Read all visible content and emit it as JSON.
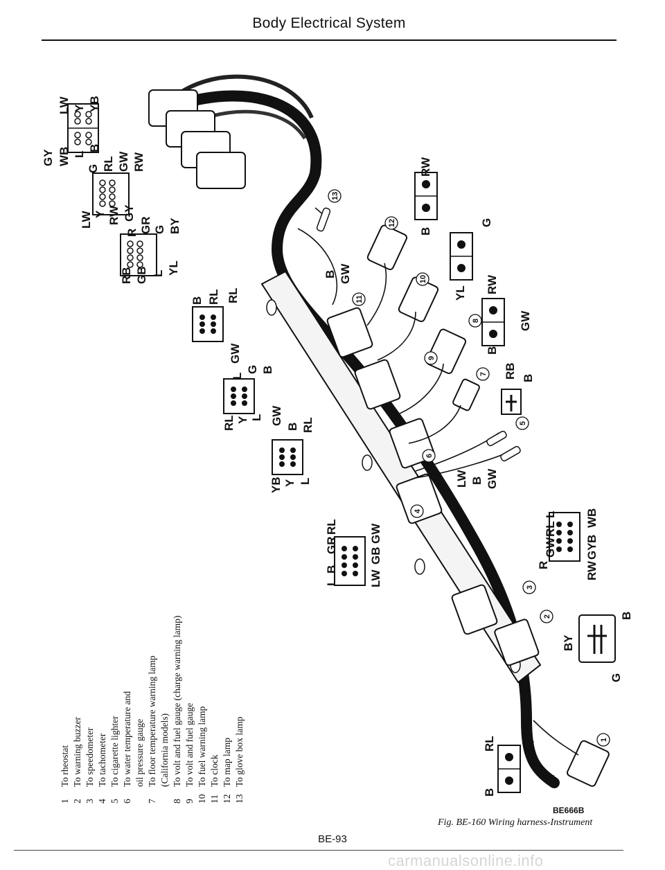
{
  "header": {
    "title": "Body Electrical System"
  },
  "footer": {
    "page_number": "BE-93",
    "figure_code": "BE666B",
    "figure_caption": "Fig. BE-160 Wiring harness-Instrument",
    "watermark": "carmanualsonline.info"
  },
  "legend": {
    "items": [
      {
        "num": "1",
        "lines": [
          "To rheostat"
        ]
      },
      {
        "num": "2",
        "lines": [
          "To warning buzzer"
        ]
      },
      {
        "num": "3",
        "lines": [
          "To speedometer"
        ]
      },
      {
        "num": "4",
        "lines": [
          "To tachometer"
        ]
      },
      {
        "num": "5",
        "lines": [
          "To cigarette lighter"
        ]
      },
      {
        "num": "6",
        "lines": [
          "To water temperature and",
          "oil pressure gauge"
        ]
      },
      {
        "num": "7",
        "lines": [
          "To floor temperature warning lamp",
          "(California models)"
        ]
      },
      {
        "num": "8",
        "lines": [
          "To volt and fuel gauge (charge warning lamp)"
        ]
      },
      {
        "num": "9",
        "lines": [
          "To volt and fuel gauge"
        ]
      },
      {
        "num": "10",
        "lines": [
          "To fuel warning lamp"
        ]
      },
      {
        "num": "11",
        "lines": [
          "To clock"
        ]
      },
      {
        "num": "12",
        "lines": [
          "To map lamp"
        ]
      },
      {
        "num": "13",
        "lines": [
          "To glove box lamp"
        ]
      }
    ]
  },
  "callouts": [
    "1",
    "2",
    "3",
    "4",
    "5",
    "6",
    "7",
    "8",
    "9",
    "10",
    "11",
    "12",
    "13"
  ],
  "connectors": {
    "c1": {
      "wires": [
        "GY",
        "WB",
        "L",
        "B",
        "LW",
        "Y",
        "YB"
      ]
    },
    "c2": {
      "wires": [
        "G",
        "RL",
        "GW",
        "RW",
        "LW",
        "Y",
        "RW",
        "GY"
      ]
    },
    "c3": {
      "wires": [
        "R",
        "GR",
        "G",
        "BY",
        "RB",
        "GB",
        "L",
        "YL"
      ]
    },
    "c13": {
      "wires": [
        "B",
        "RW"
      ]
    },
    "c12": {
      "wires": [
        "YL",
        "G"
      ]
    },
    "c10": {
      "wires": [
        "B",
        "RW",
        "GW"
      ]
    },
    "c11": {
      "wires": [
        "B",
        "RL",
        "RL"
      ]
    },
    "c9": {
      "wires": [
        "GW",
        "L",
        "G",
        "B",
        "RL",
        "Y",
        "L"
      ]
    },
    "c8": {
      "wires": [
        "GW",
        "B",
        "RL",
        "YB",
        "Y",
        "L"
      ]
    },
    "c7": {
      "wires": [
        "RB",
        "B"
      ]
    },
    "c5": {
      "wires": [
        "LW",
        "B",
        "GW"
      ]
    },
    "c3b": {
      "wires": [
        "R",
        "GW",
        "RL",
        "L",
        "RW",
        "GY",
        "B",
        "WB"
      ]
    },
    "c4": {
      "wires": [
        "L",
        "B",
        "GR",
        "RL",
        "LW",
        "GB",
        "GW"
      ]
    },
    "c2b": {
      "wires": [
        "BY",
        "B",
        "G"
      ]
    },
    "c1b": {
      "wires": [
        "RL",
        "B"
      ]
    },
    "c13b": {
      "wires": [
        "B",
        "GW"
      ]
    }
  }
}
